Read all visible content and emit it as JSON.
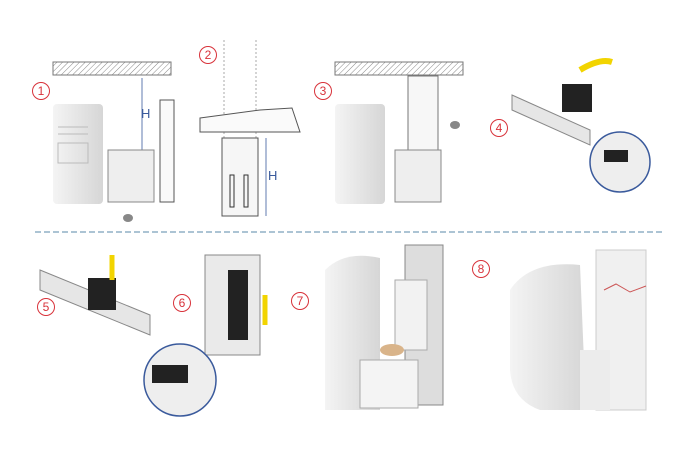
{
  "steps": [
    "1",
    "2",
    "3",
    "4",
    "5",
    "6",
    "7",
    "8"
  ],
  "dimension_label": "H",
  "colors": {
    "step_marker": "#d8323a",
    "dimension": "#3a5a9c",
    "divider": "#5a8aa8",
    "arrow": "#f2d400"
  }
}
